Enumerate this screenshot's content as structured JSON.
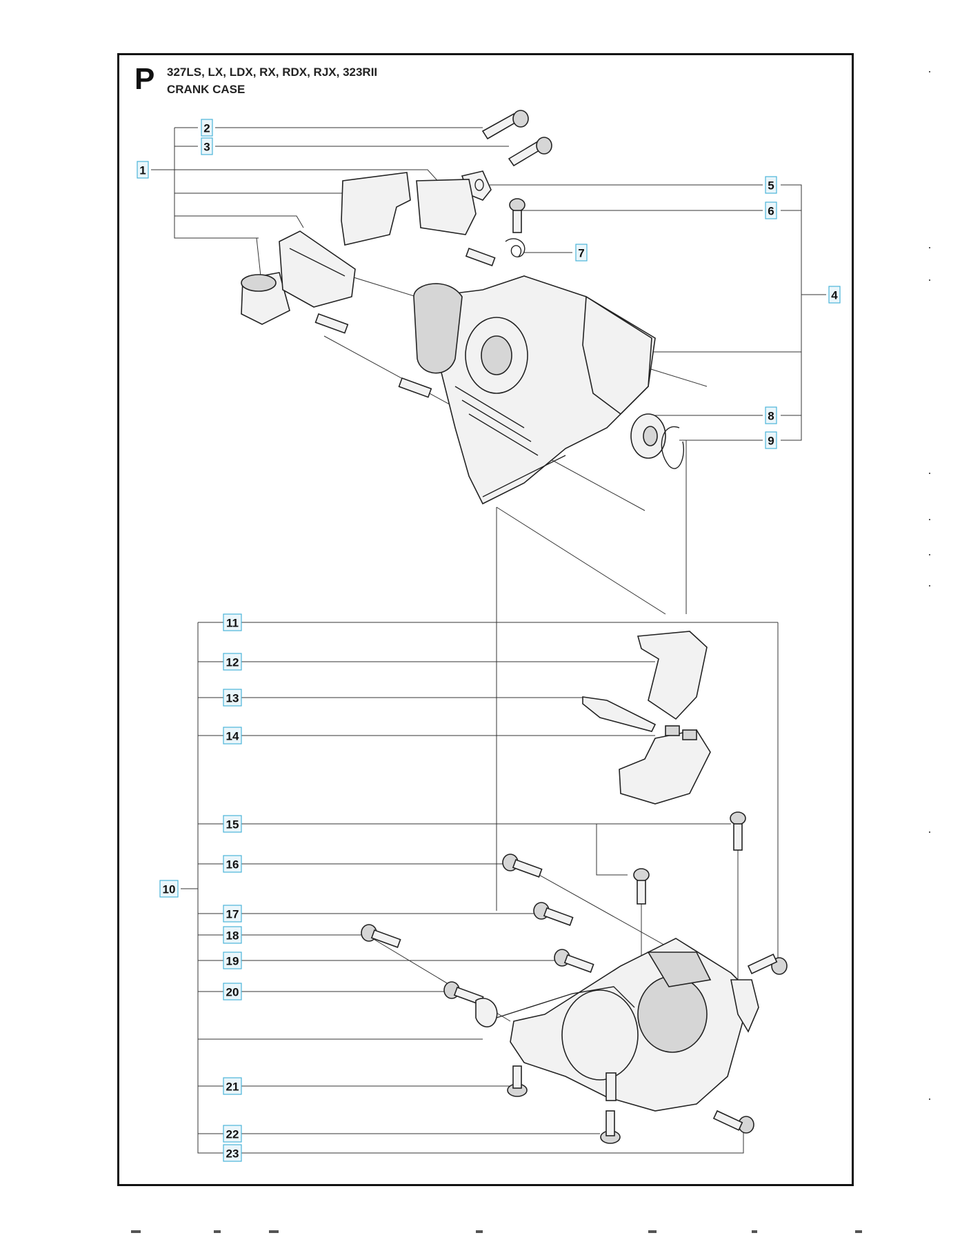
{
  "page": {
    "section_letter": "P",
    "models": "327LS, LX, LDX, RX, RDX, RJX, 323RII",
    "title": "CRANK CASE"
  },
  "callouts": [
    "1",
    "2",
    "3",
    "4",
    "5",
    "6",
    "7",
    "8",
    "9",
    "10",
    "11",
    "12",
    "13",
    "14",
    "15",
    "16",
    "17",
    "18",
    "19",
    "20",
    "21",
    "22",
    "23"
  ],
  "colors": {
    "frame": "#111111",
    "callout_fill": "#eaf6fb",
    "callout_border": "#4ab3d8",
    "linework": "#222222"
  }
}
